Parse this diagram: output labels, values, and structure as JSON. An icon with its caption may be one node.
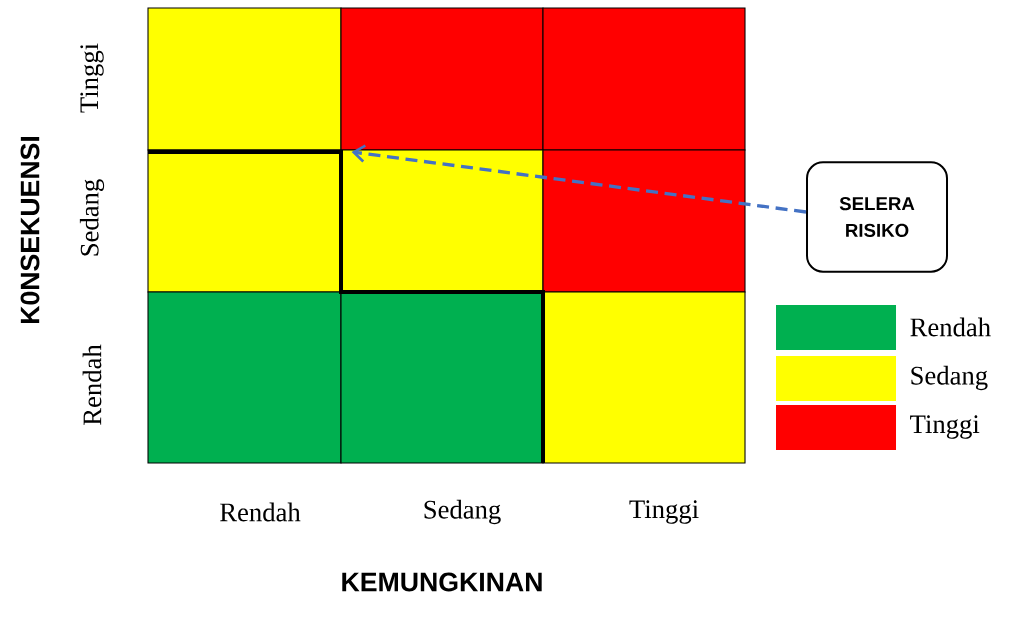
{
  "diagram": {
    "nodes": [
      {
        "text": [
          "SELERA RISIKO"
        ]
      },
      {
        "text": [],
        "shape": "line"
      }
    ],
    "edges": [
      {
        "from": 0,
        "to": 1,
        "arrow": "to",
        "style": "dashed",
        "color": "#4472c4"
      }
    ],
    "labels": [
      "Tinggi",
      "Sedang",
      "Rendah",
      "K0NSEKUENSI",
      "Rendah",
      "Sedang",
      "Tinggi",
      "KEMUNGKINAN"
    ],
    "legend": [
      {
        "text": "Rendah",
        "color": "#00b050"
      },
      {
        "text": "Sedang",
        "color": "#ffff00"
      },
      {
        "text": "Tinggi",
        "color": "#ff0000"
      }
    ]
  }
}
